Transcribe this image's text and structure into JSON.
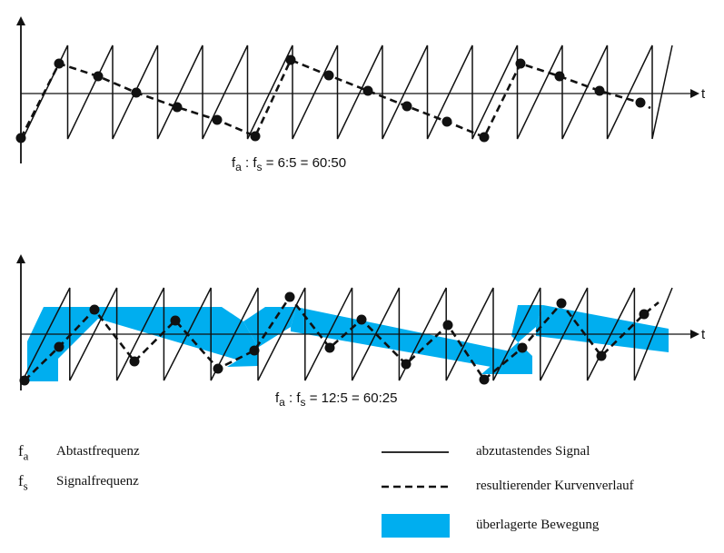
{
  "diagrams": [
    {
      "axis_label": "t",
      "equation": {
        "a": "a",
        "s": "s",
        "rest": " = 6:5 = 60:50"
      },
      "chart_data": {
        "type": "line",
        "series": [
          {
            "kind": "sawtooth-signal",
            "period": 1,
            "teeth": 14
          },
          {
            "kind": "sampled-result",
            "ratio": "6:5"
          }
        ]
      }
    },
    {
      "axis_label": "t",
      "equation": {
        "a": "a",
        "s": "s",
        "rest": " = 12:5 = 60:25"
      },
      "chart_data": {
        "type": "line",
        "series": [
          {
            "kind": "sawtooth-signal",
            "period": 1,
            "teeth": 14
          },
          {
            "kind": "sampled-result",
            "ratio": "12:5"
          },
          {
            "kind": "superimposed-band"
          }
        ]
      }
    }
  ],
  "symbols": [
    {
      "letter": "f",
      "sub": "a",
      "label": "Abtastfrequenz"
    },
    {
      "letter": "f",
      "sub": "s",
      "label": "Signalfrequenz"
    }
  ],
  "legend": [
    {
      "style": "solid",
      "label": "abzutastendes Signal"
    },
    {
      "style": "dashed",
      "label": "resultierender Kurvenverlauf"
    },
    {
      "style": "band",
      "label": "überlagerte Bewegung",
      "color": "#00aeef"
    }
  ],
  "colors": {
    "band": "#00aeef",
    "ink": "#111111"
  }
}
